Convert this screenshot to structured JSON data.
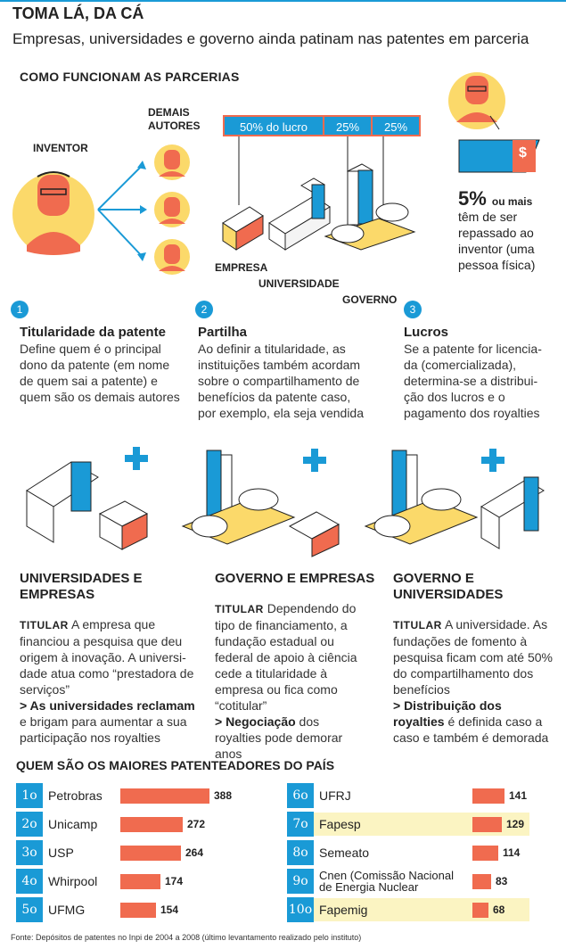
{
  "header": {
    "title": "TOMA LÁ, DA CÁ",
    "subtitle": "Empresas, universidades e governo ainda patinam nas patentes em parceria"
  },
  "how": {
    "heading": "COMO FUNCIONAM AS PARCERIAS",
    "inventor_label": "INVENTOR",
    "authors_label_1": "DEMAIS",
    "authors_label_2": "AUTORES",
    "share_lucro": "50% do lucro",
    "share_a": "25%",
    "share_b": "25%",
    "empresa_label": "EMPRESA",
    "universidade_label": "UNIVERSIDADE",
    "governo_label": "GOVERNO",
    "money_icon": "$",
    "five_pct": "5%",
    "five_pct_suffix": "ou mais",
    "five_pct_text": "têm de ser repassado ao inventor (uma pessoa física)"
  },
  "steps": [
    {
      "num": "1",
      "title": "Titularidade da patente",
      "body": "Define quem é o principal dono da patente (em nome de quem sai a patente) e quem são os demais autores"
    },
    {
      "num": "2",
      "title": "Partilha",
      "body": "Ao definir a titularidade, as instituições também acordam sobre o compartilhamento de benefícios da patente caso, por exemplo, ela seja vendida"
    },
    {
      "num": "3",
      "title": "Lucros",
      "body": "Se a patente for licencia-da (comercializada), determina-se a distribui-ção dos lucros e o pagamento dos royalties"
    }
  ],
  "cases": [
    {
      "title_1": "UNIVERSIDADES E",
      "title_2": "EMPRESAS",
      "tag": "TITULAR",
      "body": " A empresa que financiou a pesquisa que deu origem à inovação. A universi-dade atua como “prestadora de serviços”",
      "bullet_bold": "> As universidades reclamam",
      "bullet_rest": " e brigam para aumentar a sua participação nos royalties"
    },
    {
      "title_1": "GOVERNO E EMPRESAS",
      "title_2": "",
      "tag": "TITULAR",
      "body": " Dependendo do tipo de financiamento, a fundação estadual ou federal de apoio à ciência cede a titularidade à empresa ou fica como “cotitular”",
      "bullet_bold": "> Negociação",
      "bullet_rest": " dos royalties pode demorar anos"
    },
    {
      "title_1": "GOVERNO E",
      "title_2": "UNIVERSIDADES",
      "tag": "TITULAR",
      "body": " A universidade. As fundações de fomento à pesquisa ficam com até 50% do compartilhamento dos benefícios",
      "bullet_bold": "> Distribuição dos royalties",
      "bullet_rest": " é definida caso a caso e também é demorada"
    }
  ],
  "chart_data": {
    "type": "bar",
    "title": "QUEM SÃO OS MAIORES PATENTEADORES DO PAÍS",
    "orientation": "horizontal",
    "ranks": [
      "1o",
      "2o",
      "3o",
      "4o",
      "5o",
      "6o",
      "7o",
      "8o",
      "9o",
      "10o"
    ],
    "categories": [
      "Petrobras",
      "Unicamp",
      "USP",
      "Whirpool",
      "UFMG",
      "UFRJ",
      "Fapesp",
      "Semeato",
      "Cnen (Comissão Nacional de Energia Nuclear",
      "Fapemig"
    ],
    "values": [
      388,
      272,
      264,
      174,
      154,
      141,
      129,
      114,
      83,
      68
    ],
    "highlighted": [
      "Fapesp",
      "Fapemig"
    ],
    "bar_color": "#f06b4f",
    "rank_color": "#1a9ad6",
    "highlight_color": "#fbf4c2"
  },
  "source": "Fonte: Depósitos de patentes no Inpi de 2004 a 2008 (último levantamento realizado pelo instituto)",
  "colors": {
    "blue": "#1a9ad6",
    "orange": "#f06b4f",
    "yellow": "#fbd96a"
  }
}
